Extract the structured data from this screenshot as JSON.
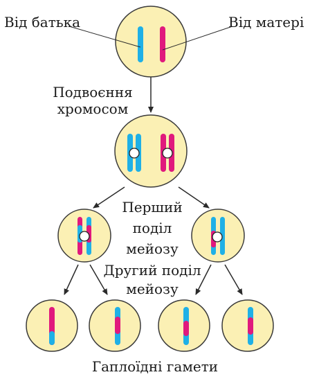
{
  "labels": {
    "from_father": "Від батька",
    "from_mother": "Від матері",
    "duplication_line1": "Подвоєння",
    "duplication_line2": "хромосом",
    "first_division_line1": "Перший",
    "first_division_line2": "поділ",
    "first_division_line3": "мейозу",
    "second_division_line1": "Другий поділ",
    "second_division_line2": "мейозу",
    "gametes": "Гаплоїдні гамети"
  },
  "colors": {
    "cell_fill": "#fbf0b4",
    "cell_stroke": "#3a3a3a",
    "paternal": "#1fb0e6",
    "maternal": "#e0197d",
    "line": "#2a2a2a"
  }
}
